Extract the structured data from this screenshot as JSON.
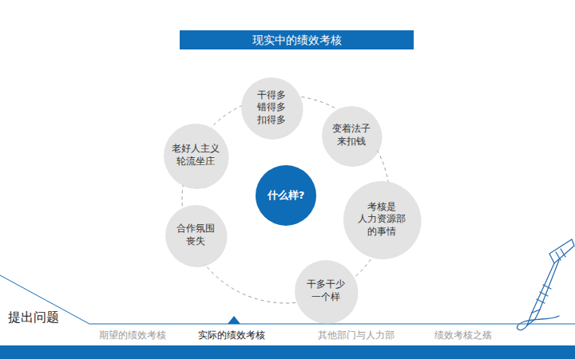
{
  "diagram": {
    "title": "现实中的绩效考核",
    "nodes": [
      {
        "text": [
          "什么样?"
        ]
      },
      {
        "text": [
          "干得多 错得多 扣得多"
        ]
      },
      {
        "text": [
          "变着法子 来扣钱"
        ]
      },
      {
        "text": [
          "考核是 人力资源部 的事情"
        ]
      },
      {
        "text": [
          "干多干少 一个样"
        ]
      },
      {
        "text": [
          "合作氛围 丧失"
        ]
      },
      {
        "text": [
          "老好人主义 轮流坐庄"
        ]
      }
    ],
    "labels": [
      "提出问题",
      "期望的绩效考核",
      "实际的绩效考核",
      "其他部门与人力部",
      "绩效考核之殇"
    ]
  }
}
